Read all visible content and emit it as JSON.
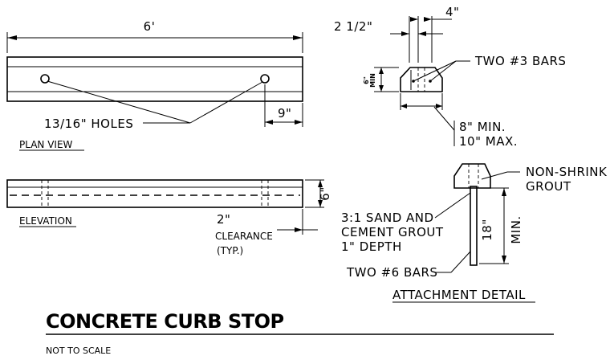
{
  "plan_view": {
    "label": "PLAN VIEW",
    "length_dim": "6'",
    "holes_note": "13/16\" HOLES",
    "hole_offset_dim": "9\""
  },
  "elevation": {
    "label": "ELEVATION",
    "height_dim": "6\"",
    "clearance_dim": "2\"",
    "clearance_label": "CLEARANCE",
    "clearance_typ": "(TYP.)"
  },
  "section": {
    "top_width_dim": "2 1/2\"",
    "bar_spacing_dim": "4\"",
    "height_dim": "6\"",
    "height_min": "MIN",
    "bars_note": "TWO #3 BARS",
    "base_width_min": "8\" MIN.",
    "base_width_max": "10\" MAX."
  },
  "attachment_detail": {
    "label": "ATTACHMENT DETAIL",
    "grout_note_line1": "NON-SHRINK",
    "grout_note_line2": "GROUT",
    "sand_note_line1": "3:1 SAND AND",
    "sand_note_line2": "CEMENT GROUT",
    "sand_note_line3": "1\" DEPTH",
    "embed_dim": "18\"",
    "embed_min": "MIN.",
    "bars_note": "TWO #6 BARS"
  },
  "title_block": {
    "title": "CONCRETE CURB STOP",
    "scale_note": "NOT TO SCALE"
  }
}
